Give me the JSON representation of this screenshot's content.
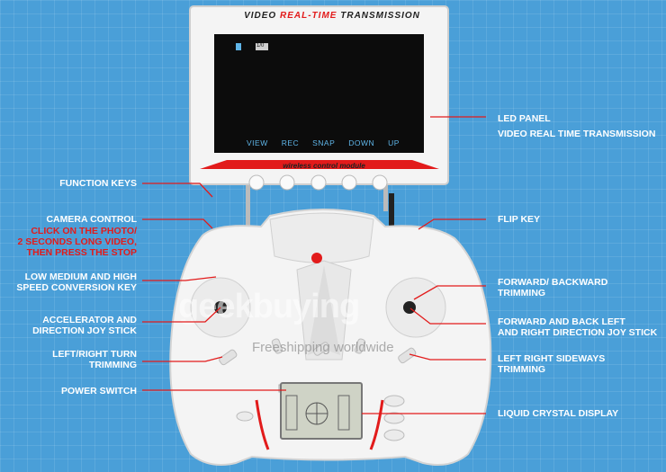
{
  "monitor": {
    "title_left": "VIDEO",
    "title_mid": "REAL-TIME",
    "title_right": "TRANSMISSION",
    "module_label": "wireless control module",
    "screen_indicator": "1/0",
    "screen_menu": [
      "VIEW",
      "REC",
      "SNAP",
      "DOWN",
      "UP"
    ]
  },
  "labels": {
    "led_panel": "LED PANEL",
    "led_panel_sub": "VIDEO REAL TIME TRANSMISSION",
    "function_keys": "FUNCTION KEYS",
    "camera_control": "CAMERA CONTROL",
    "camera_note_1": "CLICK ON THE PHOTO/",
    "camera_note_2": "2 SECONDS LONG VIDEO,",
    "camera_note_3": "THEN PRESS THE STOP",
    "flip_key": "FLIP KEY",
    "speed_key_1": "LOW MEDIUM AND HIGH",
    "speed_key_2": "SPEED CONVERSION KEY",
    "fb_trim_1": "FORWARD/ BACKWARD",
    "fb_trim_2": "TRIMMING",
    "accel_1": "ACCELERATOR AND",
    "accel_2": "DIRECTION JOY STICK",
    "fb_stick_1": "FORWARD AND BACK LEFT",
    "fb_stick_2": "AND RIGHT DIRECTION JOY STICK",
    "lr_turn_1": "LEFT/RIGHT TURN",
    "lr_turn_2": "TRIMMING",
    "lr_side_1": "LEFT RIGHT SIDEWAYS",
    "lr_side_2": "TRIMMING",
    "power_switch": "POWER SWITCH",
    "lcd": "LIQUID CRYSTAL DISPLAY"
  },
  "watermark": {
    "brand": "geekbuying",
    "slogan": "Freeshipping worldwide"
  },
  "colors": {
    "background": "#4a9fd8",
    "accent_red": "#e21b1b",
    "device_white": "#f4f4f4"
  }
}
